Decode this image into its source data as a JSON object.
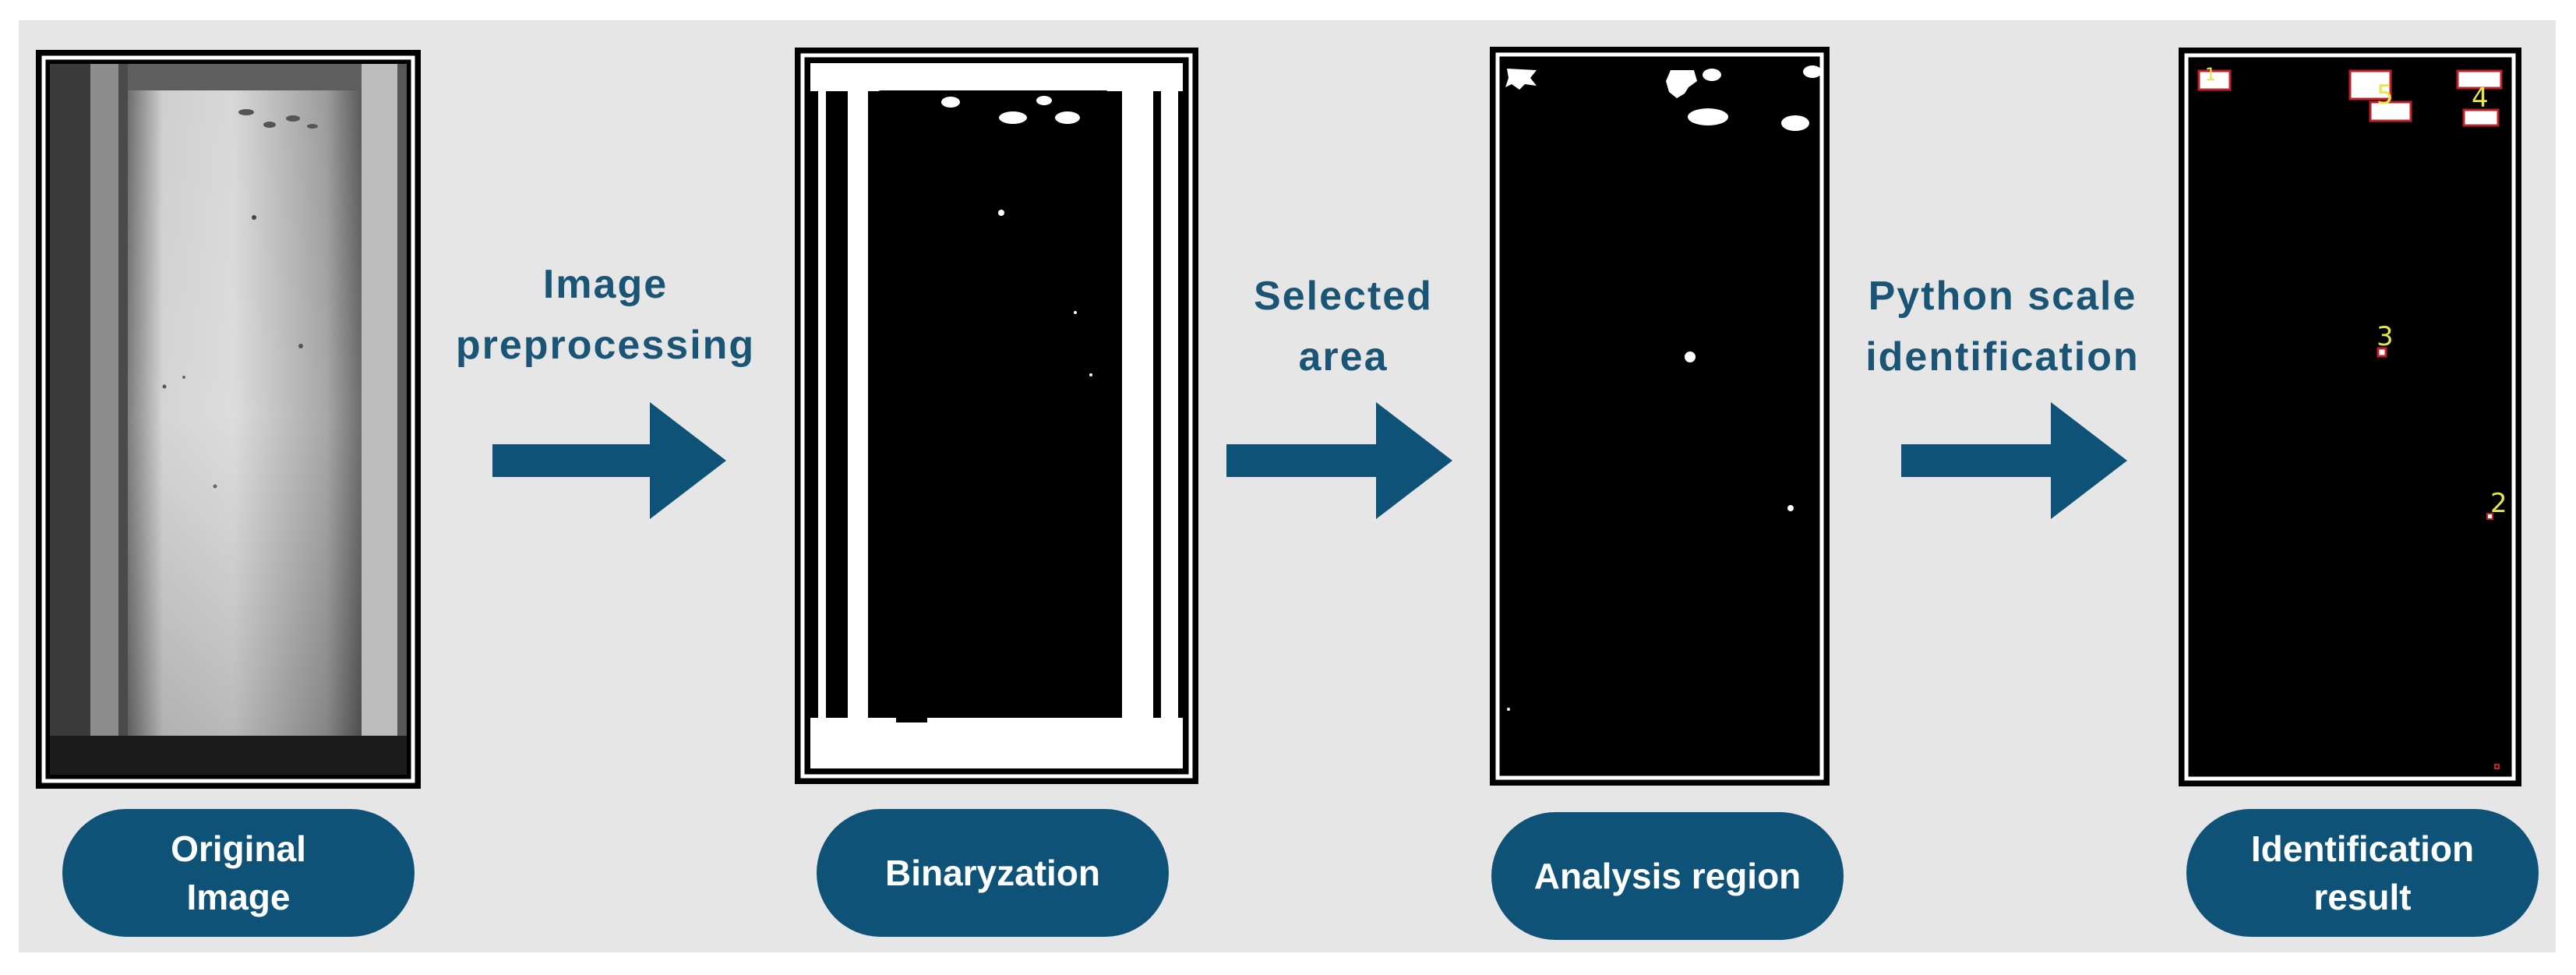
{
  "steps": [
    {
      "panel": "original-image",
      "label_lines": [
        "Original",
        "Image"
      ]
    },
    {
      "panel": "binaryzation",
      "label_lines": [
        "Binaryzation"
      ]
    },
    {
      "panel": "analysis-region",
      "label_lines": [
        "Analysis region"
      ]
    },
    {
      "panel": "identification-result",
      "label_lines": [
        "Identification",
        "result"
      ]
    }
  ],
  "transitions": [
    {
      "lines": [
        "Image",
        "preprocessing"
      ]
    },
    {
      "lines": [
        "Selected",
        "area"
      ]
    },
    {
      "lines": [
        "Python scale",
        "identification"
      ]
    }
  ],
  "identification_markers": [
    "1",
    "2",
    "3",
    "4",
    "5"
  ],
  "colors": {
    "background": "#e6e6e6",
    "accent": "#0e5277",
    "label_text": "#1a5576",
    "arrow": "#0e5277",
    "marker_box": "#c0202a",
    "marker_number": "#e6e64a"
  }
}
